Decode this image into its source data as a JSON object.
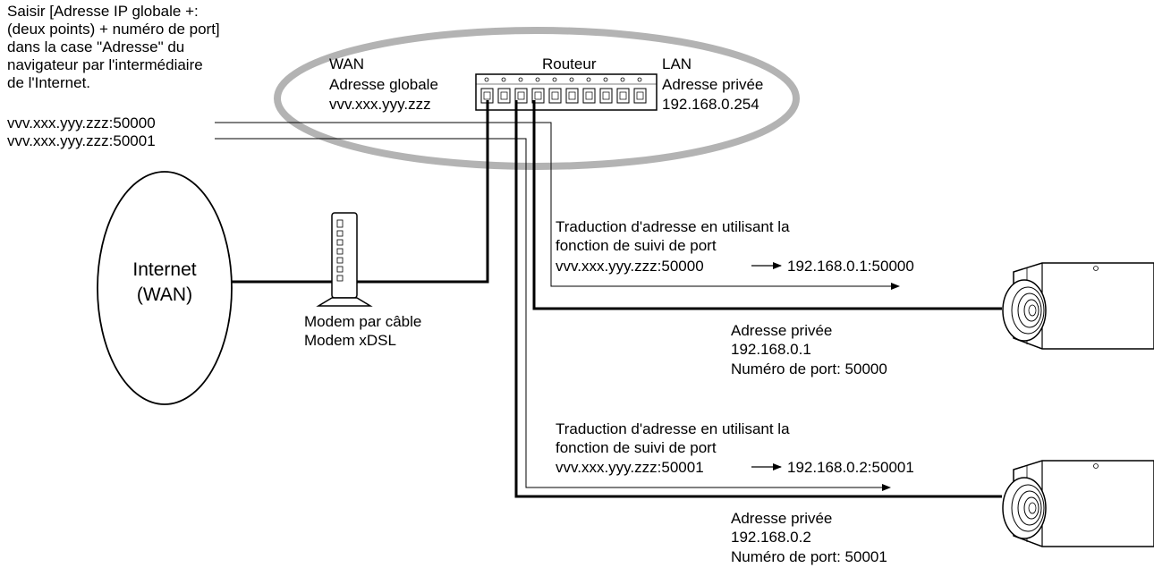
{
  "instruction": {
    "lines": [
      "Saisir [Adresse IP globale +:",
      "(deux points) + numéro de port]",
      "dans la case \"Adresse\" du",
      "navigateur par l'intermédiaire",
      "de l'Internet."
    ],
    "address_1": "vvv.xxx.yyy.zzz:50000",
    "address_2": "vvv.xxx.yyy.zzz:50001"
  },
  "router": {
    "label": "Routeur",
    "wan": {
      "label": "WAN",
      "address_label": "Adresse globale",
      "address": "vvv.xxx.yyy.zzz"
    },
    "lan": {
      "label": "LAN",
      "address_label": "Adresse privée",
      "address": "192.168.0.254"
    }
  },
  "internet": {
    "line1": "Internet",
    "line2": "(WAN)"
  },
  "modem": {
    "line1": "Modem par câble",
    "line2": "Modem xDSL"
  },
  "translation_1": {
    "line1": "Traduction d'adresse en utilisant la",
    "line2": "fonction de suivi de port",
    "from": "vvv.xxx.yyy.zzz:50000",
    "to": "192.168.0.1:50000"
  },
  "camera_1": {
    "address_label": "Adresse privée",
    "address": "192.168.0.1",
    "port": "Numéro de port: 50000"
  },
  "translation_2": {
    "line1": "Traduction d'adresse en utilisant la",
    "line2": "fonction de suivi de port",
    "from": "vvv.xxx.yyy.zzz:50001",
    "to": "192.168.0.2:50001"
  },
  "camera_2": {
    "address_label": "Adresse privée",
    "address": "192.168.0.2",
    "port": "Numéro de port: 50001"
  }
}
